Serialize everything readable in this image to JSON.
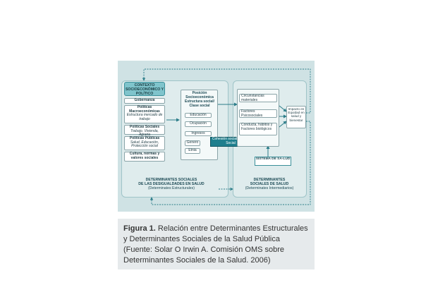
{
  "context": {
    "title": "CONTEXTO SOCIOECONÓMICO Y POLÍTICO",
    "items": [
      {
        "title": "Gobernanza",
        "sub": ""
      },
      {
        "title": "Políticas Macroeconómicas",
        "sub": "Estructura mercado de trabajo"
      },
      {
        "title": "Políticas Sociales",
        "sub": "Trabajo, Vivienda, Agraria"
      },
      {
        "title": "Políticas Públicas",
        "sub": "Salud, Educación, Protección social"
      },
      {
        "title": "Cultura, normas y valores sociales",
        "sub": ""
      }
    ]
  },
  "position": {
    "title": "Posición Socioeconómica Estructura social/ Clase social",
    "items": [
      "Educación",
      "Ocupación",
      "Ingresos"
    ],
    "lower": [
      "Genero",
      "Etnia"
    ]
  },
  "cohesion": "Cohesión social Capital Social",
  "intermediate": {
    "items": [
      "Circunstancias materiales",
      "Factores Psicosociales",
      "Conducta, hábitos y Factores biológicos"
    ]
  },
  "sistema": "SISTEMA DE SA-LUD",
  "impact": "Impacto en Equidad en salud y bienestar",
  "structural_label": {
    "line1": "DETERMINANTES SOCIALES",
    "line2": "DE LAS DESIGUALDADES EN SALUD",
    "line3": "(Determinates Estructurales)"
  },
  "intermediate_label": {
    "line1": "DETERMINANTES",
    "line2": "SOCIALES DE SALUD",
    "line3": "(Determinates Intermediarios)"
  },
  "caption": {
    "bold": "Figura 1.",
    "text": " Relación entre Determinantes Estructurales y Determinantes Sociales de la Salud Pública (Fuente: Solar O Irwin A. Comisión OMS sobre Determinantes Sociales de la Salud. 2006)"
  },
  "colors": {
    "panel": "#dfeced",
    "accent": "#1f7f8e",
    "header": "#7fc4cc",
    "figure_bg": "#cfe2e4",
    "caption_bg": "#e6eaec"
  }
}
